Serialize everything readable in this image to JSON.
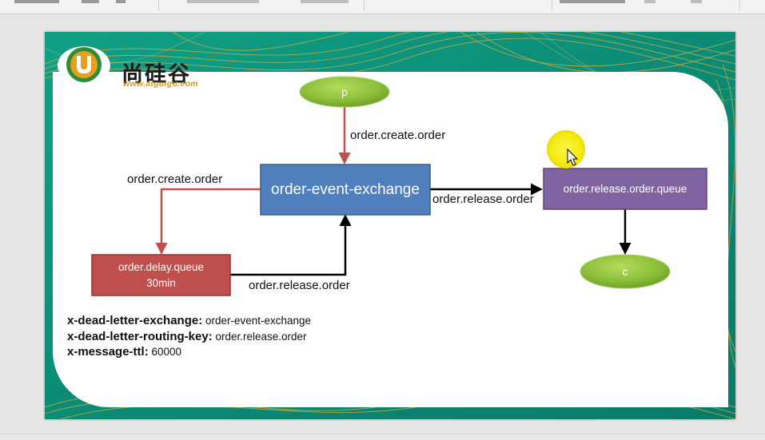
{
  "logo": {
    "name": "尚硅谷",
    "url": "www.atguigu.com"
  },
  "nodes": {
    "producer": "p",
    "exchange": "order-event-exchange",
    "delay_queue_line1": "order.delay.queue",
    "delay_queue_line2": "30min",
    "release_queue": "order.release.order.queue",
    "consumer": "c"
  },
  "edges": {
    "p_to_exchange": "order.create.order",
    "exchange_to_delay": "order.create.order",
    "exchange_to_release": "order.release.order",
    "delay_to_exchange": "order.release.order"
  },
  "queue_args": [
    {
      "key": "x-dead-letter-exchange:",
      "value": "order-event-exchange"
    },
    {
      "key": "x-dead-letter-routing-key:",
      "value": "order.release.order"
    },
    {
      "key": "x-message-ttl:",
      "value": "60000"
    }
  ],
  "colors": {
    "slide_bg": "#0f8f78",
    "exchange": "#4f7fbc",
    "delay_queue": "#c0504d",
    "release_queue": "#8064a2",
    "oval_green": "#8cbf3a",
    "arrow_red": "#c0504d",
    "cursor_highlight": "#f6ee10"
  }
}
